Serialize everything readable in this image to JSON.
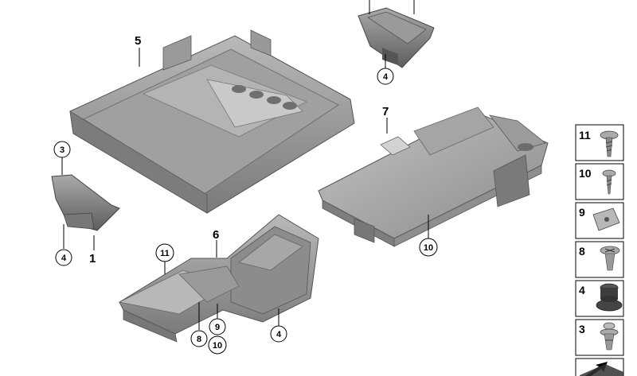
{
  "parts": {
    "p1": "1",
    "p3": "3",
    "p4a": "4",
    "p4b": "4",
    "p4c": "4",
    "p5": "5",
    "p6": "6",
    "p7": "7",
    "p8": "8",
    "p9": "9",
    "p10a": "10",
    "p10b": "10",
    "p11": "11"
  },
  "legend": {
    "items": [
      {
        "num": "11",
        "icon": "screw-large-icon"
      },
      {
        "num": "10",
        "icon": "screw-small-icon"
      },
      {
        "num": "9",
        "icon": "clip-nut-icon"
      },
      {
        "num": "8",
        "icon": "expanding-rivet-icon"
      },
      {
        "num": "4",
        "icon": "rubber-buffer-icon"
      },
      {
        "num": "3",
        "icon": "push-clip-icon"
      }
    ]
  }
}
